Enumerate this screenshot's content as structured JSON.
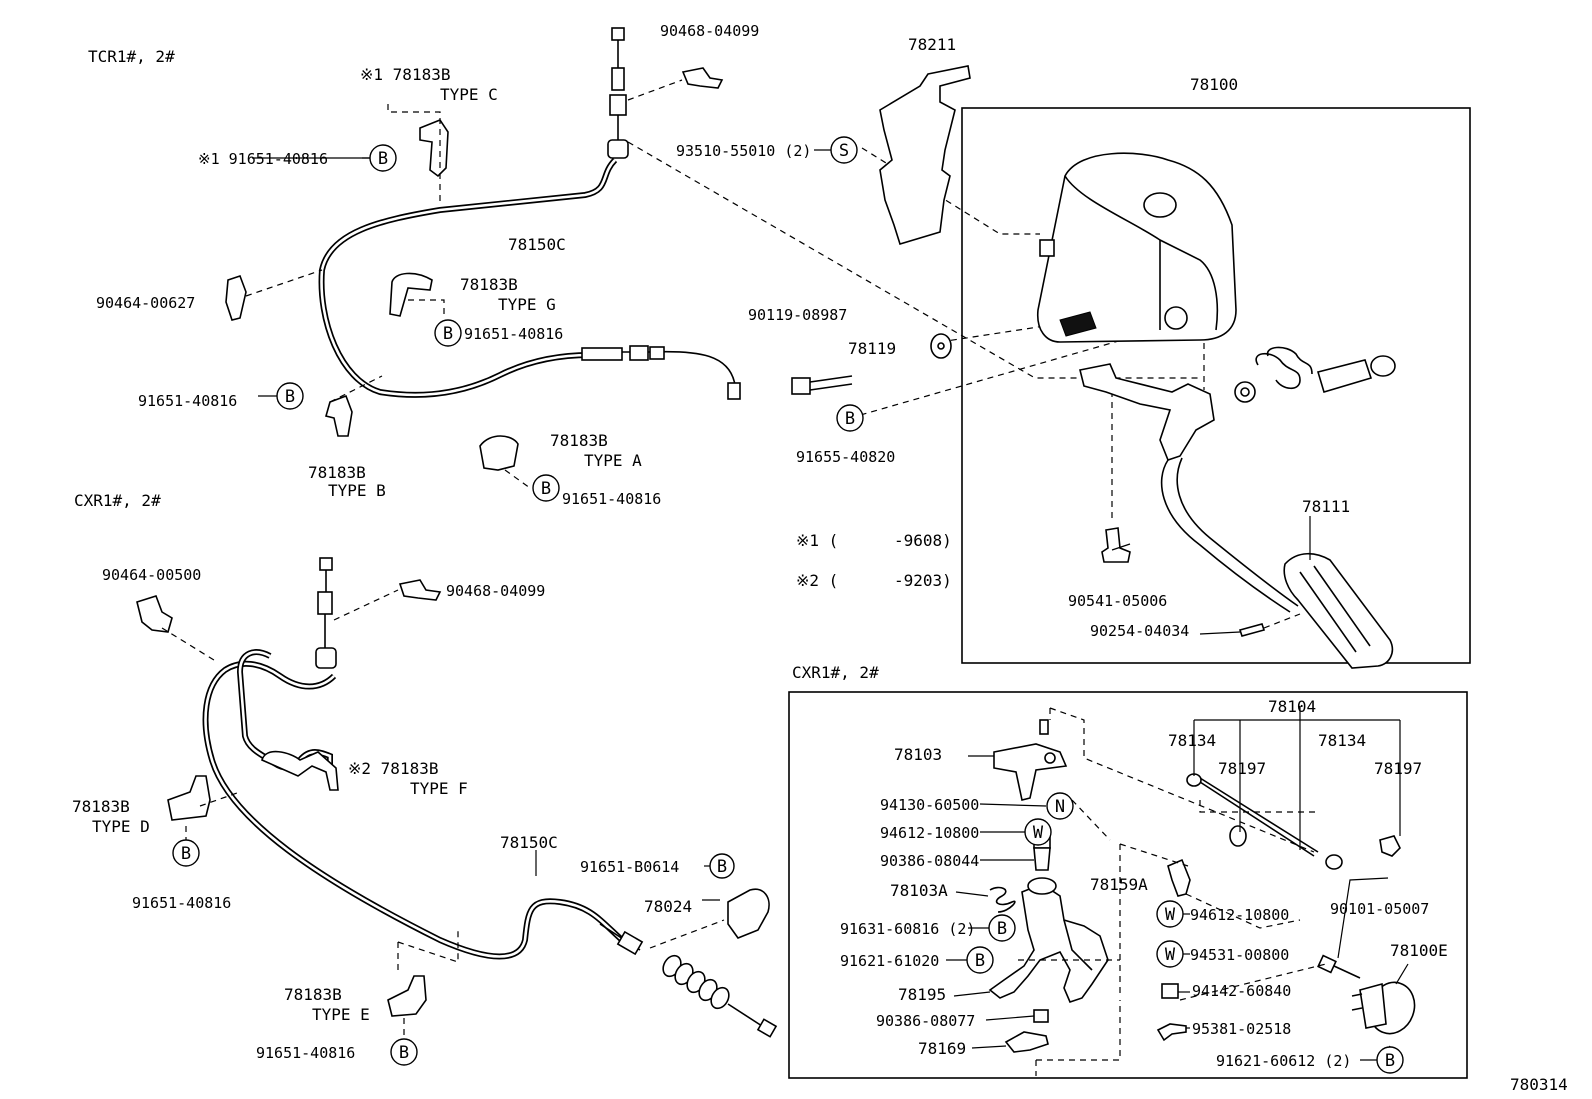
{
  "headings": {
    "tcr": "TCR1#, 2#",
    "cxr_upper": "CXR1#, 2#",
    "cxr_box": "CXR1#, 2#"
  },
  "footnotes": {
    "n1_mark": "※1 (",
    "n1_code": "-9608)",
    "n2_mark": "※2 (",
    "n2_code": "-9203)"
  },
  "figure_number": "780314",
  "symbols": {
    "b": "B",
    "s": "S",
    "n": "N",
    "w": "W"
  },
  "labels": {
    "p90468_a": "90468-04099",
    "n1_78183b": "※1 78183B",
    "type_c": "TYPE C",
    "n1_91651": "※1 91651-40816",
    "p93510": "93510-55010 (2)",
    "p78211": "78211",
    "p78100": "78100",
    "p78150c_a": "78150C",
    "p90464_00627": "90464-00627",
    "p78183b_g": "78183B",
    "type_g": "TYPE G",
    "p91651_g": "91651-40816",
    "p90119": "90119-08987",
    "p78119": "78119",
    "p91651_b": "91651-40816",
    "p91655": "91655-40820",
    "p78183b_b": "78183B",
    "type_b": "TYPE B",
    "p78183b_a": "78183B",
    "type_a": "TYPE A",
    "p91651_a": "91651-40816",
    "p78111": "78111",
    "p90541": "90541-05006",
    "p90254": "90254-04034",
    "p90464_00500": "90464-00500",
    "p90468_b": "90468-04099",
    "n2_78183b": "※2 78183B",
    "type_f": "TYPE F",
    "p78183b_d": "78183B",
    "type_d": "TYPE D",
    "p91651_d": "91651-40816",
    "p78150c_b": "78150C",
    "p91651_b0614": "91651-B0614",
    "p78024": "78024",
    "p78183b_e": "78183B",
    "type_e": "TYPE E",
    "p91651_e": "91651-40816",
    "p78104": "78104",
    "p78103": "78103",
    "p78134_a": "78134",
    "p78197_a": "78197",
    "p78134_b": "78134",
    "p78197_b": "78197",
    "p94130": "94130-60500",
    "p94612_a": "94612-10800",
    "p90386_08044": "90386-08044",
    "p78103a": "78103A",
    "p91631": "91631-60816 (2)",
    "p91621_61020": "91621-61020",
    "p78195": "78195",
    "p90386_08077": "90386-08077",
    "p78169": "78169",
    "p78159a": "78159A",
    "p94612_b": "94612-10800",
    "p94531": "94531-00800",
    "p94142": "94142-60840",
    "p95381": "95381-02518",
    "p91621_60612": "91621-60612 (2)",
    "p90101": "90101-05007",
    "p78100e": "78100E"
  }
}
